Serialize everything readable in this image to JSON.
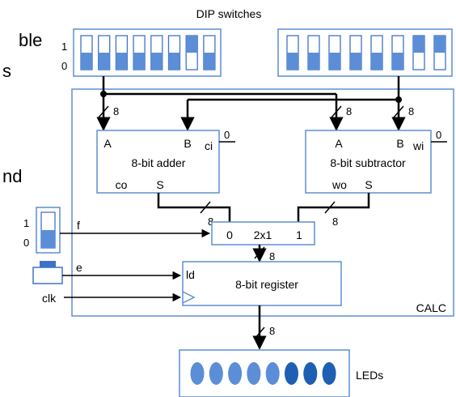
{
  "title": "DIP switches",
  "clipped_text": {
    "line1": "ble",
    "line2": "s",
    "line3": "nd"
  },
  "switch_levels": {
    "one": "1",
    "zero": "0"
  },
  "dip_left": [
    0,
    0,
    0,
    0,
    0,
    0,
    1,
    0
  ],
  "dip_right": [
    0,
    0,
    0,
    0,
    0,
    0,
    1,
    1
  ],
  "bus_width": "8",
  "adder": {
    "title": "8-bit adder",
    "a": "A",
    "b": "B",
    "ci": "ci",
    "co": "co",
    "s": "S",
    "ci_value": "0"
  },
  "subtractor": {
    "title": "8-bit subtractor",
    "a": "A",
    "b": "B",
    "wi": "wi",
    "wo": "wo",
    "s": "S",
    "wi_value": "0"
  },
  "mux": {
    "title": "2x1",
    "in0": "0",
    "in1": "1"
  },
  "register": {
    "title": "8-bit register",
    "ld": "ld"
  },
  "signals": {
    "f": "f",
    "e": "e",
    "clk": "clk"
  },
  "system_label": "CALC",
  "leds_label": "LEDs",
  "leds": [
    0,
    0,
    0,
    0,
    0,
    1,
    1,
    1
  ],
  "colors": {
    "switch_fill": "#5b8ed6",
    "switch_border": "#3f73c8",
    "led_on": "#1f5fb3",
    "led_off": "#5b8ed6",
    "wire": "#000000",
    "box": "#5f8fd0"
  }
}
